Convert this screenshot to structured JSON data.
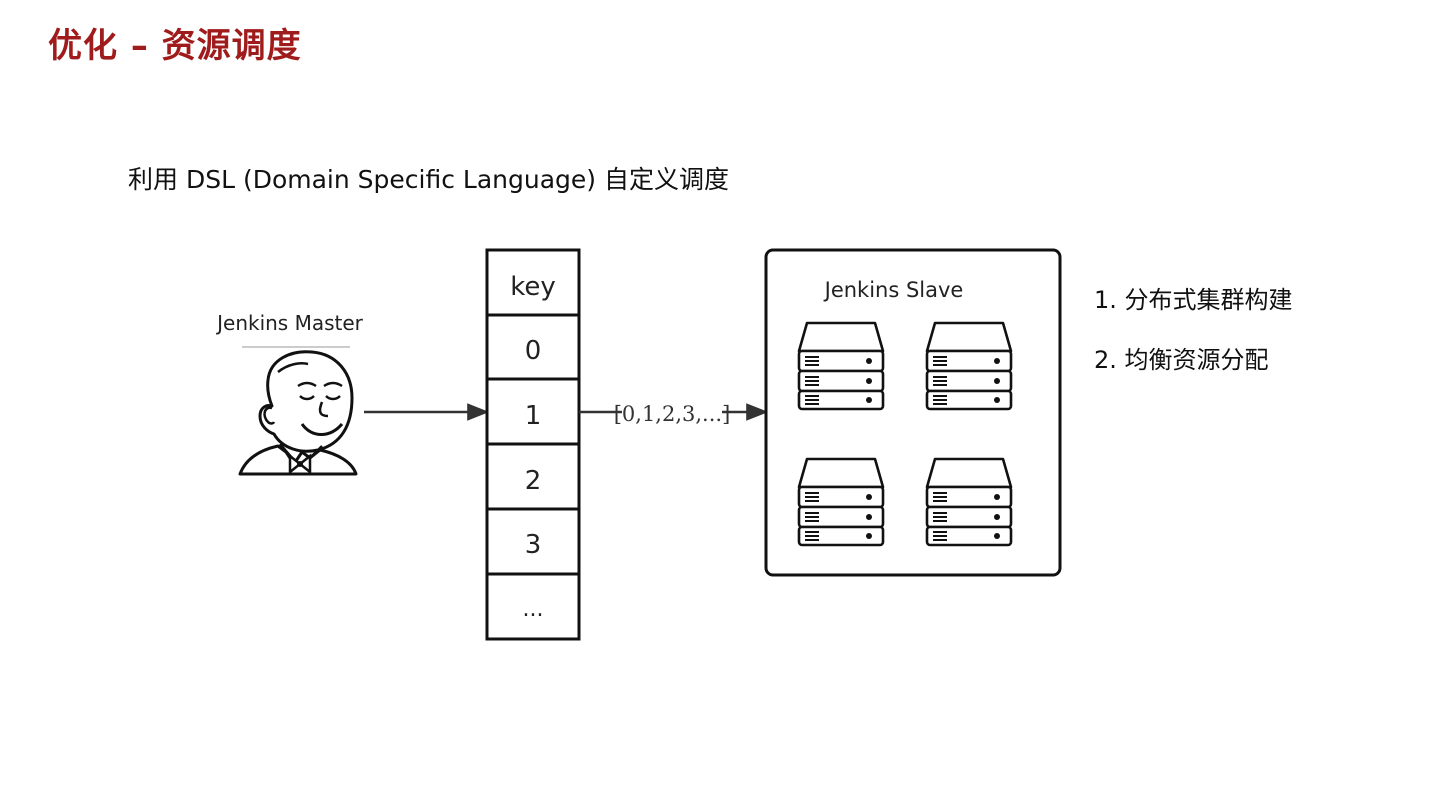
{
  "slide": {
    "title": "优化 – 资源调度",
    "subtitle": "利用 DSL (Domain Specific Language) 自定义调度"
  },
  "diagram": {
    "master_label": "Jenkins Master",
    "table_header": "key",
    "table_rows": [
      "0",
      "1",
      "2",
      "3",
      "..."
    ],
    "edge_label": "[0,1,2,3,...]",
    "slave_label": "Jenkins Slave",
    "slave_server_count": 4,
    "icons": {
      "master": "jenkins-butler-icon",
      "server": "server-rack-icon"
    },
    "colors": {
      "stroke": "#111111",
      "arrow": "#333333"
    }
  },
  "points": [
    "1. 分布式集群构建",
    "2. 均衡资源分配"
  ],
  "colors": {
    "title": "#a01c1c",
    "text": "#111111"
  }
}
